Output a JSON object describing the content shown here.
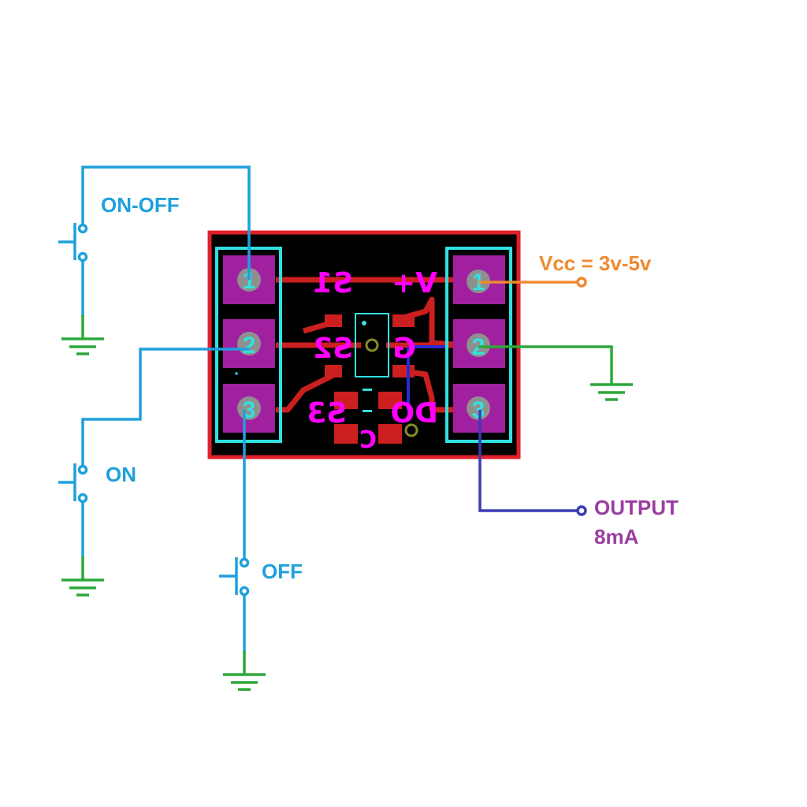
{
  "labels": {
    "on_off": "ON-OFF",
    "on": "ON",
    "off": "OFF",
    "vcc": "Vcc = 3v-5v",
    "output_line1": "OUTPUT",
    "output_line2": "8mA"
  },
  "left_pins": [
    "1",
    "2",
    "3"
  ],
  "right_pins": [
    "1",
    "2",
    "3"
  ],
  "silkscreen": {
    "s1": "S1",
    "s2": "S2",
    "s3": "S3",
    "vplus": "V+",
    "g": "G",
    "do": "DO",
    "c": "C"
  },
  "colors": {
    "board": "#000000",
    "board_outline": "#e0202a",
    "copper": "#cc1f1f",
    "pad": "#a020a0",
    "silk": "#ff00ff",
    "frame": "#33e0e0",
    "wire_blue": "#1ea0dc",
    "wire_green": "#2ca83a",
    "wire_orange": "#f08a30",
    "wire_output": "#3a3ab8",
    "label_output": "#9a3ea0",
    "via": "#8a8a2a"
  }
}
